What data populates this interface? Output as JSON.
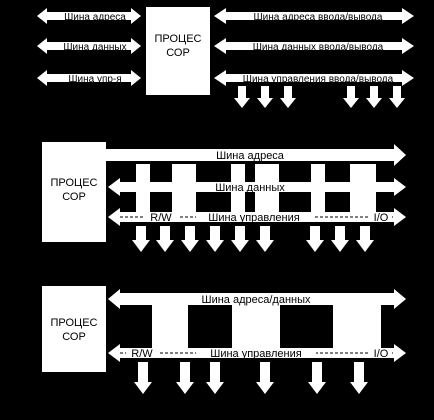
{
  "colors": {
    "background": "#000000",
    "foreground": "#ffffff"
  },
  "diagram1": {
    "processor": {
      "line1": "ПРОЦЕС",
      "line2": "СОР"
    },
    "left_buses": [
      "Шина адреса",
      "Шина данных",
      "Шина упр-я"
    ],
    "right_buses": [
      "Шина адреса ввода/вывода",
      "Шина данных ввода/вывода",
      "Шина управления ввода/выводa"
    ]
  },
  "diagram2": {
    "processor": {
      "line1": "ПРОЦЕС",
      "line2": "СОР"
    },
    "address_bus": "Шина адреса",
    "data_bus": "Шина данных",
    "control_bus": "Шина управления",
    "rw": "R/W",
    "io": "I/O"
  },
  "diagram3": {
    "processor": {
      "line1": "ПРОЦЕС",
      "line2": "СОР"
    },
    "addr_data_bus": "Шина адреса/данных",
    "control_bus": "Шина управления",
    "rw": "R/W",
    "io": "I/O"
  }
}
